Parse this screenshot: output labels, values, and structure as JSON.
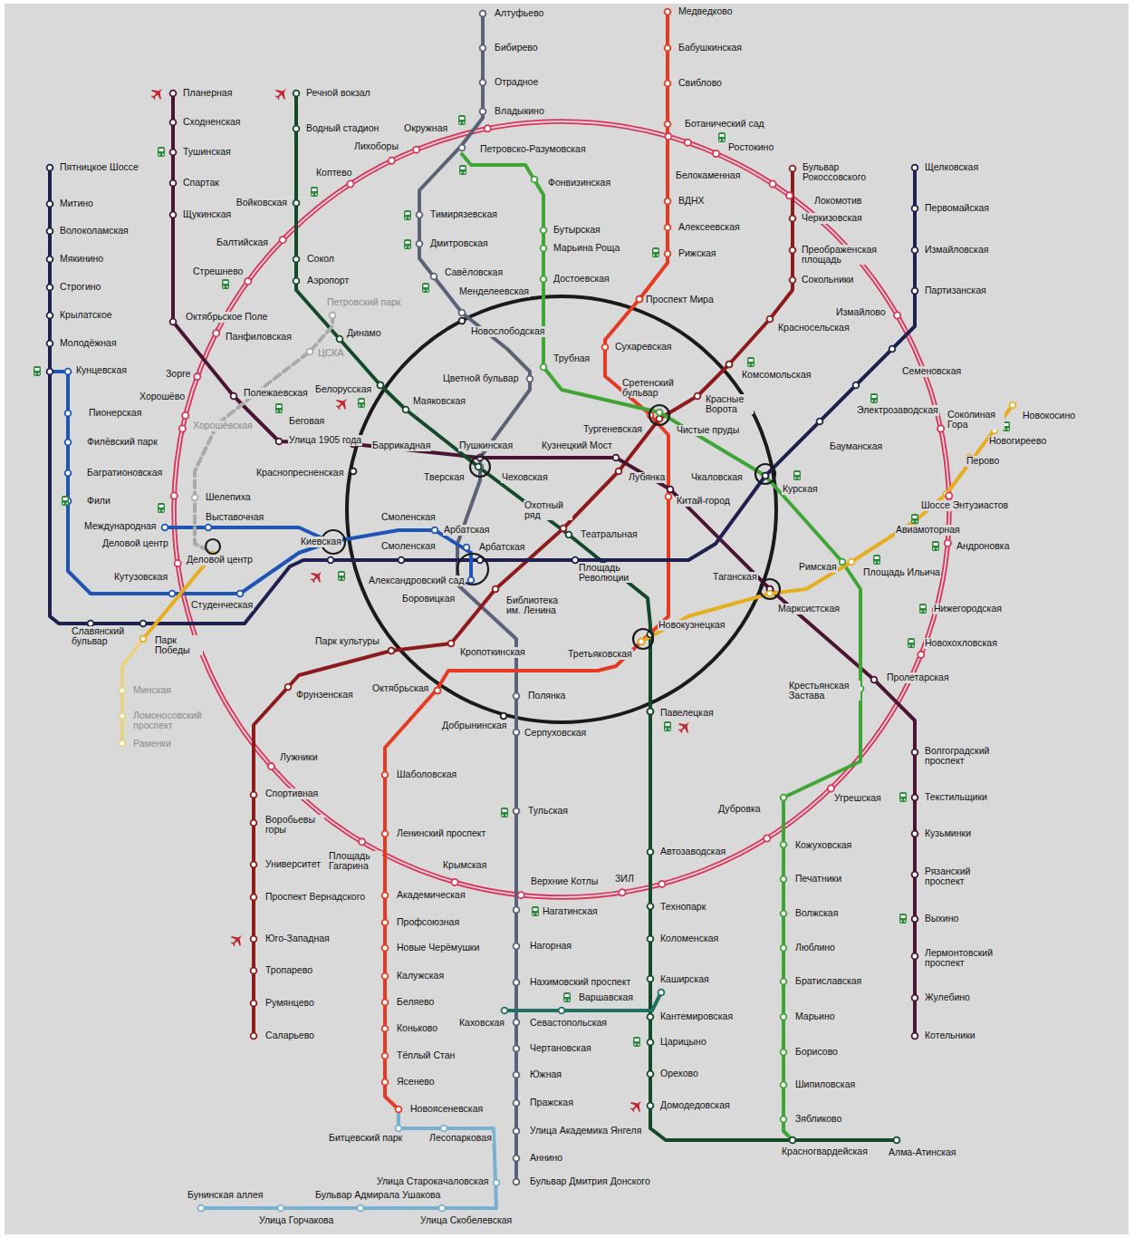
{
  "diagram": {
    "labels": [
      "Алтуфьево",
      "Бибирево",
      "Отрадное",
      "Владыкино",
      "Петровско-Разумовская",
      "Тимирязевская",
      "Дмитровская",
      "Савёловская",
      "Менделеевская",
      "Новослободская",
      "Цветной бульвар",
      "Чеховская",
      "Боровицкая",
      "Полянка",
      "Серпуховская",
      "Тульская",
      "Нагатинская",
      "Нагорная",
      "Нахимовский проспект",
      "Севастопольская",
      "Чертановская",
      "Южная",
      "Пражская",
      "Улица Академика Янгеля",
      "Аннино",
      "Бульвар Дмитрия Донского",
      "Медведково",
      "Бабушкинская",
      "Свиблово",
      "Ботанический сад",
      "ВДНХ",
      "Алексеевская",
      "Рижская",
      "Проспект Мира",
      "Сухаревская",
      "Тургеневская",
      "Китай-город",
      "Третьяковская",
      "Октябрьская",
      "Шаболовская",
      "Ленинский проспект",
      "Академическая",
      "Профсоюзная",
      "Новые Черёмушки",
      "Калужская",
      "Беляево",
      "Коньково",
      "Тёплый Стан",
      "Ясенево",
      "Новоясеневская",
      "Бульвар Рокоссовского",
      "Черкизовская",
      "Преображенская площадь",
      "Сокольники",
      "Красносельская",
      "Комсомольская",
      "Красные Ворота",
      "Чистые пруды",
      "Лубянка",
      "Охотный ряд",
      "Библиотека им. Ленина",
      "Кропоткинская",
      "Парк культуры",
      "Фрунзенская",
      "Спортивная",
      "Воробьевы горы",
      "Университет",
      "Проспект Вернадского",
      "Юго-Западная",
      "Тропарево",
      "Румянцево",
      "Саларьево",
      "Планерная",
      "Сходненская",
      "Тушинская",
      "Спартак",
      "Щукинская",
      "Октябрьское Поле",
      "Полежаевская",
      "Улица 1905 года",
      "Баррикадная",
      "Пушкинская",
      "Кузнецкий Мост",
      "Пролетарская",
      "Волгоградский проспект",
      "Текстильщики",
      "Кузьминки",
      "Рязанский проспект",
      "Выхино",
      "Лермонтовский проспект",
      "Жулебино",
      "Котельники",
      "Речной вокзал",
      "Водный стадион",
      "Войковская",
      "Сокол",
      "Аэропорт",
      "Динамо",
      "Белорусская",
      "Маяковская",
      "Тверская",
      "Театральная",
      "Площадь Революции",
      "Новокузнецкая",
      "Павелецкая",
      "Автозаводская",
      "Технопарк",
      "Коломенская",
      "Каширская",
      "Кантемировская",
      "Царицыно",
      "Орехово",
      "Домодедовская",
      "Красногвардейская",
      "Алма-Атинская",
      "Фонвизинская",
      "Бутырская",
      "Марьина Роща",
      "Достоевская",
      "Трубная",
      "Сретенский бульвар",
      "Чкаловская",
      "Римская",
      "Крестьянская Застава",
      "Дубровка",
      "Кожуховская",
      "Печатники",
      "Волжская",
      "Люблино",
      "Братиславская",
      "Марьино",
      "Борисово",
      "Шипиловская",
      "Зябликово",
      "Пятницкое Шоссе",
      "Митино",
      "Волоколамская",
      "Мякинино",
      "Строгино",
      "Крылатское",
      "Молодёжная",
      "Кунцевская",
      "Славянский бульвар",
      "Парк Победы",
      "Киевская",
      "Смоленская",
      "Арбатская",
      "Курская",
      "Бауманская",
      "Электрозаводская",
      "Семеновская",
      "Партизанская",
      "Измайловская",
      "Первомайская",
      "Щелковская",
      "Пионерская",
      "Филёвский парк",
      "Багратионовская",
      "Фили",
      "Кутузовская",
      "Студенческая",
      "Смоленская",
      "Арбатская",
      "Александровский сад",
      "Выставочная",
      "Международная",
      "Деловой центр",
      "Новокосино",
      "Новогиреево",
      "Перово",
      "Шоссе Энтузиастов",
      "Авиамоторная",
      "Площадь Ильича",
      "Марксистская",
      "Минская",
      "Ломоносовский проспект",
      "Раменки",
      "Краснопресненская",
      "Добрынинская",
      "Таганская",
      "Окружная",
      "Лихоборы",
      "Коптево",
      "Балтийская",
      "Стрешнево",
      "Панфиловская",
      "Зорге",
      "Хорошёво",
      "Шелепиха",
      "Деловой центр",
      "Лужники",
      "Площадь Гагарина",
      "Крымская",
      "Верхние Котлы",
      "ЗИЛ",
      "Угрешская",
      "Новохохловская",
      "Нижегородская",
      "Андроновка",
      "Соколиная Гора",
      "Измайлово",
      "Локомотив",
      "Ростокино",
      "Белокаменная",
      "Беговая",
      "Петровский парк",
      "ЦСКА",
      "Хорошёвская",
      "Битцевский парк",
      "Лесопарковая",
      "Улица Старокачаловская",
      "Бульвар Адмирала Ушакова",
      "Улица Скобелевская",
      "Улица Горчакова",
      "Бунинская аллея",
      "Каховская",
      "Варшавская"
    ]
  }
}
